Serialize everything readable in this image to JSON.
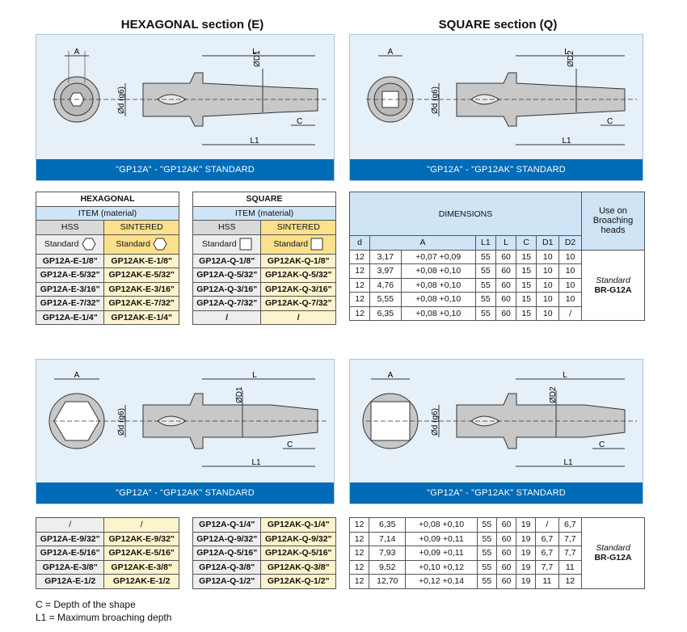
{
  "titles": {
    "hex": "HEXAGONAL section (E)",
    "square": "SQUARE section (Q)"
  },
  "panel_caption": "\"GP12A\" - \"GP12AK\" STANDARD",
  "dim_labels": {
    "A": "A",
    "L": "L",
    "L1": "L1",
    "D1": "ØD1",
    "D2": "ØD2",
    "C": "C",
    "d": "Ød (g6)"
  },
  "hex_table": {
    "title": "HEXAGONAL",
    "item": "ITEM (material)",
    "hss": "HSS",
    "sintered": "SINTERED",
    "standard": "Standard",
    "rows": [
      [
        "GP12A-E-1/8\"",
        "GP12AK-E-1/8\""
      ],
      [
        "GP12A-E-5/32\"",
        "GP12AK-E-5/32\""
      ],
      [
        "GP12A-E-3/16\"",
        "GP12AK-E-3/16\""
      ],
      [
        "GP12A-E-7/32\"",
        "GP12AK-E-7/32\""
      ],
      [
        "GP12A-E-1/4\"",
        "GP12AK-E-1/4\""
      ]
    ],
    "rows2": [
      [
        "/",
        "/"
      ],
      [
        "GP12A-E-9/32\"",
        "GP12AK-E-9/32\""
      ],
      [
        "GP12A-E-5/16\"",
        "GP12AK-E-5/16\""
      ],
      [
        "GP12A-E-3/8\"",
        "GP12AK-E-3/8\""
      ],
      [
        "GP12A-E-1/2",
        "GP12AK-E-1/2"
      ]
    ]
  },
  "sq_table": {
    "title": "SQUARE",
    "item": "ITEM (material)",
    "hss": "HSS",
    "sintered": "SINTERED",
    "standard": "Standard",
    "rows": [
      [
        "GP12A-Q-1/8\"",
        "GP12AK-Q-1/8\""
      ],
      [
        "GP12A-Q-5/32\"",
        "GP12AK-Q-5/32\""
      ],
      [
        "GP12A-Q-3/16\"",
        "GP12AK-Q-3/16\""
      ],
      [
        "GP12A-Q-7/32\"",
        "GP12AK-Q-7/32\""
      ],
      [
        "/",
        "/"
      ]
    ],
    "rows2": [
      [
        "GP12A-Q-1/4\"",
        "GP12AK-Q-1/4\""
      ],
      [
        "GP12A-Q-9/32\"",
        "GP12AK-Q-9/32\""
      ],
      [
        "GP12A-Q-5/16\"",
        "GP12AK-Q-5/16\""
      ],
      [
        "GP12A-Q-3/8\"",
        "GP12AK-Q-3/8\""
      ],
      [
        "GP12A-Q-1/2\"",
        "GP12AK-Q-1/2\""
      ]
    ]
  },
  "dim_table": {
    "title": "DIMENSIONS",
    "use_on": "Use on Broaching heads",
    "cols": [
      "d",
      "A",
      "L1",
      "L",
      "C",
      "D1",
      "D2"
    ],
    "rows": [
      [
        "12",
        "3,17",
        "+0,07 +0,09",
        "55",
        "60",
        "15",
        "10",
        "10"
      ],
      [
        "12",
        "3,97",
        "+0,08 +0,10",
        "55",
        "60",
        "15",
        "10",
        "10"
      ],
      [
        "12",
        "4,76",
        "+0,08 +0,10",
        "55",
        "60",
        "15",
        "10",
        "10"
      ],
      [
        "12",
        "5,55",
        "+0,08 +0,10",
        "55",
        "60",
        "15",
        "10",
        "10"
      ],
      [
        "12",
        "6,35",
        "+0,08 +0,10",
        "55",
        "60",
        "15",
        "10",
        "/"
      ]
    ],
    "rows2": [
      [
        "12",
        "6,35",
        "+0,08 +0,10",
        "55",
        "60",
        "19",
        "/",
        "6,7"
      ],
      [
        "12",
        "7,14",
        "+0,09 +0,11",
        "55",
        "60",
        "19",
        "6,7",
        "7,7"
      ],
      [
        "12",
        "7,93",
        "+0,09 +0,11",
        "55",
        "60",
        "19",
        "6,7",
        "7,7"
      ],
      [
        "12",
        "9,52",
        "+0,10 +0,12",
        "55",
        "60",
        "19",
        "7,7",
        "11"
      ],
      [
        "12",
        "12,70",
        "+0,12 +0,14",
        "55",
        "60",
        "19",
        "11",
        "12"
      ]
    ],
    "standard": "Standard",
    "head": "BR-G12A"
  },
  "notes": [
    "C = Depth of the shape",
    "L1 = Maximum broaching depth"
  ]
}
